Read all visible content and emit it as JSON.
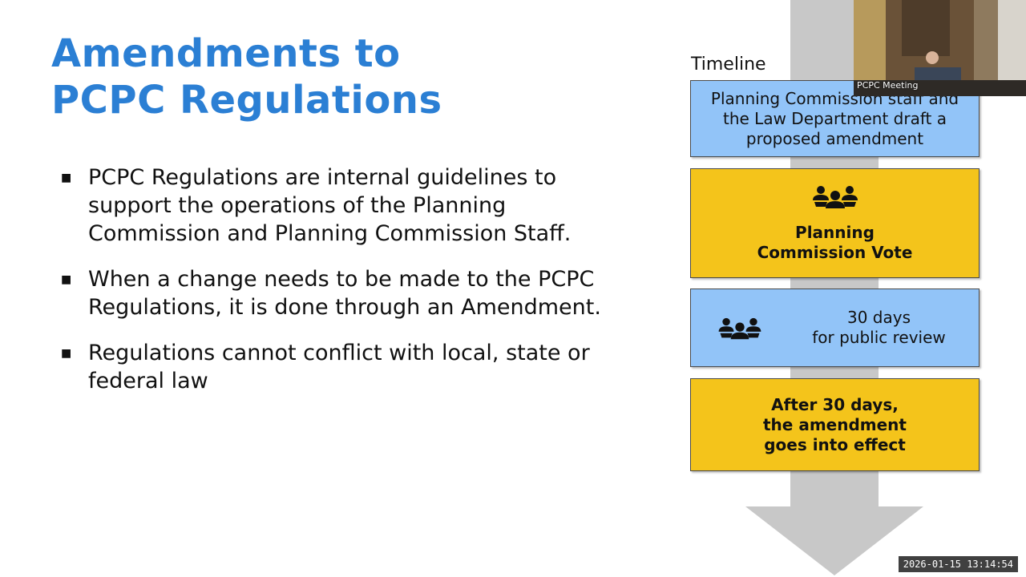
{
  "slide": {
    "title_line1": "Amendments to",
    "title_line2": "PCPC Regulations",
    "bullets": [
      "PCPC Regulations are internal guidelines to support the operations of the Planning Commission and Planning Commission Staff.",
      "When a change needs to be made to the PCPC Regulations, it is done through an Amendment.",
      "Regulations cannot conflict with local, state or federal law"
    ],
    "bullet_marker": "■"
  },
  "timeline": {
    "label": "Timeline",
    "steps": [
      {
        "text": "Planning Commission staff and the Law Department draft a proposed amendment"
      },
      {
        "text": "Planning Commission Vote",
        "icon": "people-group-icon"
      },
      {
        "text_line1": "30 days",
        "text_line2": "for public review",
        "icon": "people-group-icon"
      },
      {
        "text": "After 30 days, the amendment goes into effect"
      }
    ]
  },
  "video": {
    "participant_label": "PCPC Meeting"
  },
  "overlay": {
    "timestamp": "2026-01-15 13:14:54"
  },
  "colors": {
    "title": "#2b7fd4",
    "box_blue": "#92c4f8",
    "box_yellow": "#f4c41b",
    "arrow": "#c8c8c8"
  }
}
